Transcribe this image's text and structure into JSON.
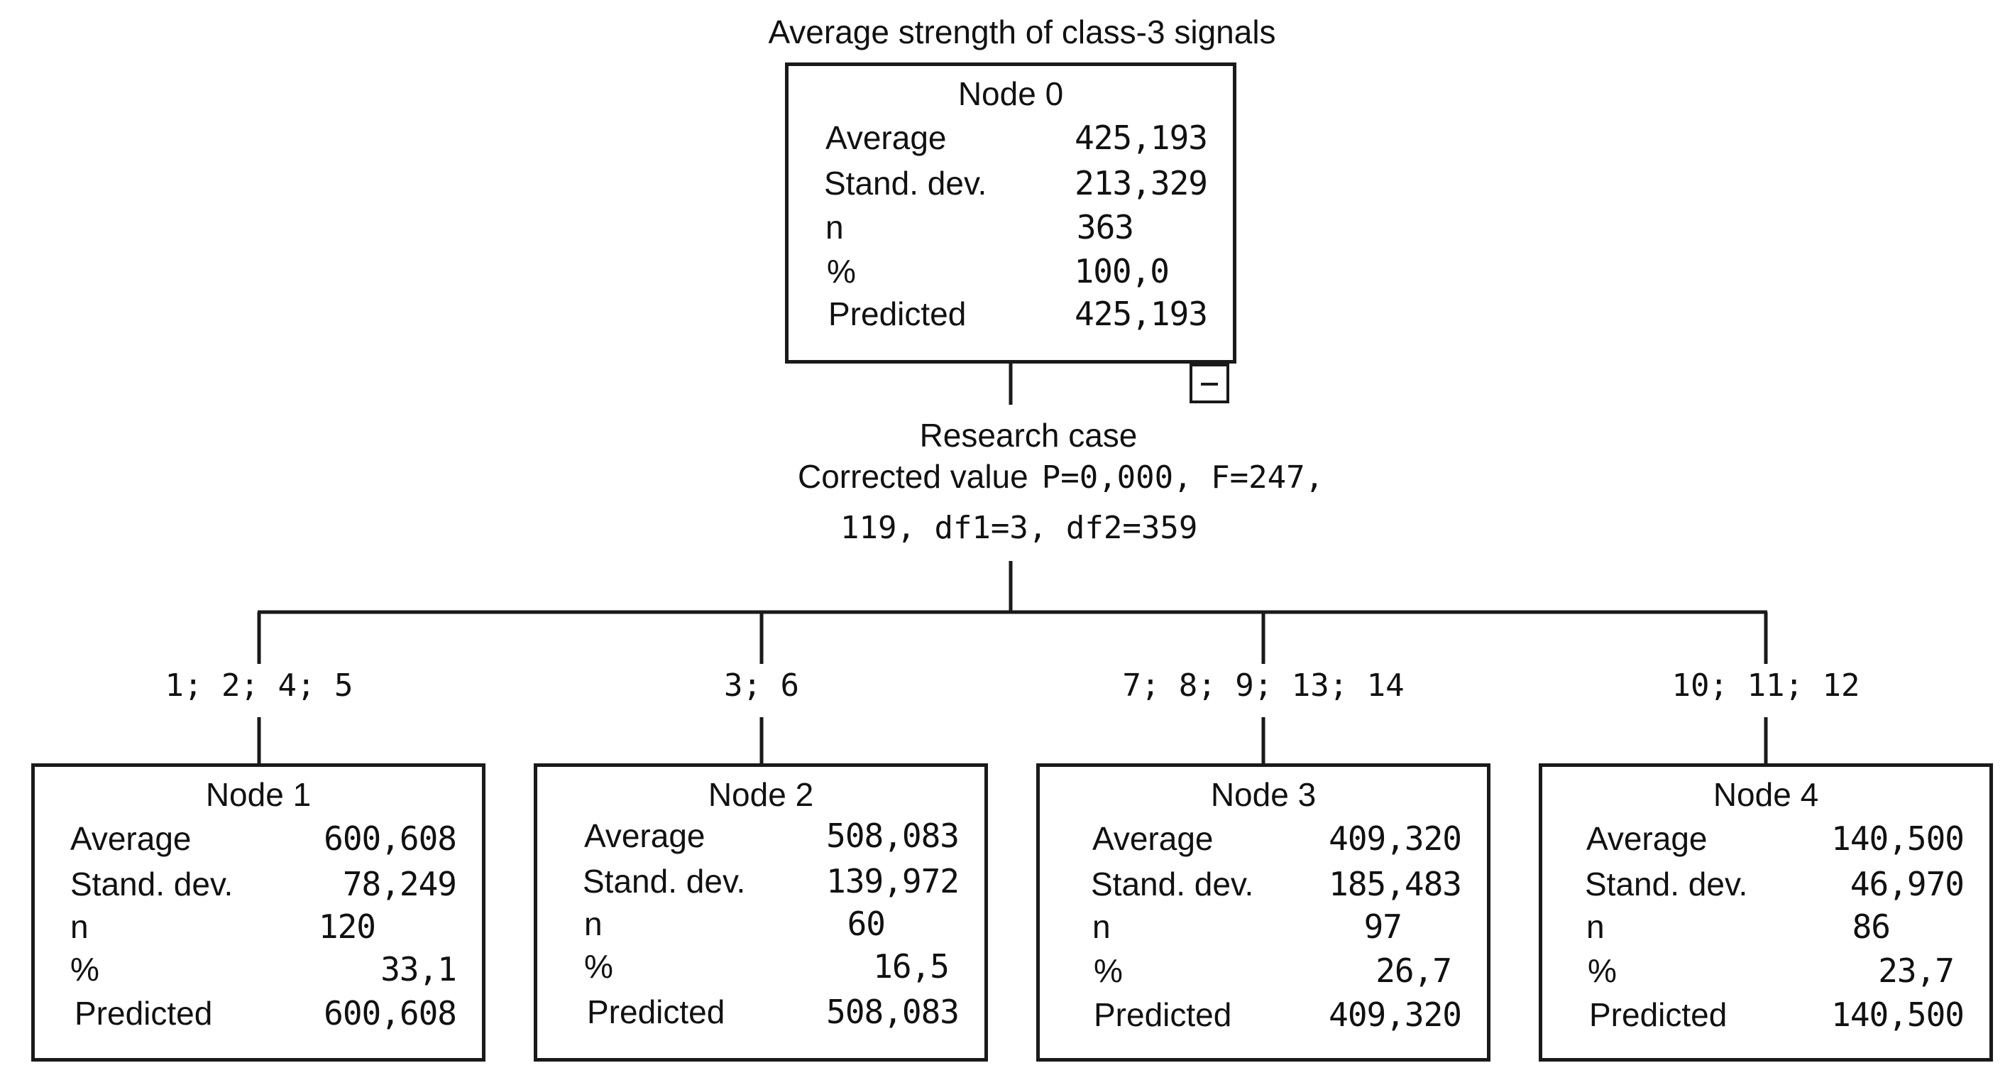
{
  "title": "Average strength of class-3 signals",
  "stat_labels": {
    "average": "Average",
    "std": "Stand. dev.",
    "n": "n",
    "percent": "%",
    "predicted": "Predicted"
  },
  "root": {
    "title": "Node 0",
    "average": "425,193",
    "std": "213,329",
    "n": "363",
    "percent": "100,0",
    "predicted": "425,193"
  },
  "split": {
    "variable": "Research case",
    "corrected_label": "Corrected value",
    "stats_line1": "P=0,000, F=247,",
    "stats_line2": "119, df1=3, df2=359"
  },
  "branches": [
    {
      "label": "1; 2; 4; 5"
    },
    {
      "label": "3; 6"
    },
    {
      "label": "7; 8; 9; 13; 14"
    },
    {
      "label": "10; 11; 12"
    }
  ],
  "nodes": [
    {
      "title": "Node 1",
      "average": "600,608",
      "std": "78,249",
      "n": "120",
      "percent": "33,1",
      "predicted": "600,608"
    },
    {
      "title": "Node 2",
      "average": "508,083",
      "std": "139,972",
      "n": "60",
      "percent": "16,5",
      "predicted": "508,083"
    },
    {
      "title": "Node 3",
      "average": "409,320",
      "std": "185,483",
      "n": "97",
      "percent": "26,7",
      "predicted": "409,320"
    },
    {
      "title": "Node 4",
      "average": "140,500",
      "std": "46,970",
      "n": "86",
      "percent": "23,7",
      "predicted": "140,500"
    }
  ]
}
